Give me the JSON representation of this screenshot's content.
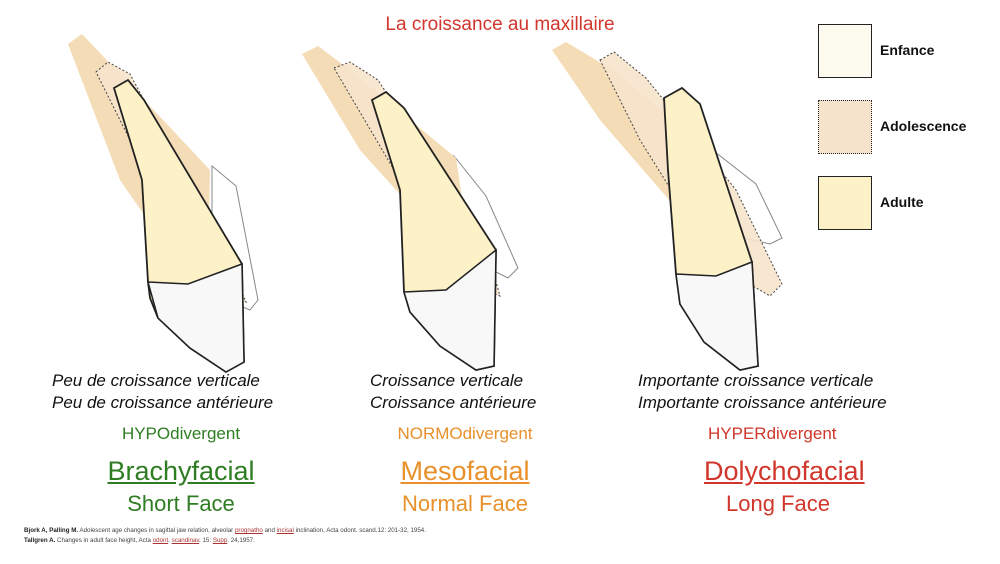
{
  "title": "La croissance au maxillaire",
  "legend": [
    {
      "label": "Enfance",
      "fill": "#fdfaf0",
      "border": "solid"
    },
    {
      "label": "Adolescence",
      "fill": "#f6e3cb",
      "border": "dotted"
    },
    {
      "label": "Adulte",
      "fill": "#fcf1c7",
      "border": "solid"
    }
  ],
  "columns": [
    {
      "desc1": "Peu de croissance verticale",
      "desc2": "Peu de croissance antérieure",
      "divergent": "HYPOdivergent",
      "facial": "Brachyfacial",
      "face": "Short Face",
      "color": "#2e7d22"
    },
    {
      "desc1": "Croissance verticale",
      "desc2": "Croissance antérieure",
      "divergent": "NORMOdivergent",
      "facial": "Mesofacial",
      "face": "Normal Face",
      "color": "#e8902a"
    },
    {
      "desc1": "Importante croissance verticale",
      "desc2": "Importante croissance antérieure",
      "divergent": "HYPERdivergent",
      "facial": "Dolychofacial",
      "face": "Long Face",
      "color": "#d0362b"
    }
  ],
  "references": {
    "ref1_authors": "Bjork A, Palling M.",
    "ref1_text_a": "Adolescent age changes in sagittal jaw relation, alveolar",
    "ref1_word1": "prognatho",
    "ref1_text_b": "and",
    "ref1_word2": "incisal",
    "ref1_text_c": "inclination, Acta odont. scand.12: 201-32, 1954.",
    "ref2_authors": "Tallgren A.",
    "ref2_text_a": "Changes in adult face height, Acta",
    "ref2_word1": "odont",
    "ref2_word2": "scandinav",
    "ref2_text_b": ". 15:",
    "ref2_word3": "Supp",
    "ref2_text_c": ". 24,1957."
  }
}
